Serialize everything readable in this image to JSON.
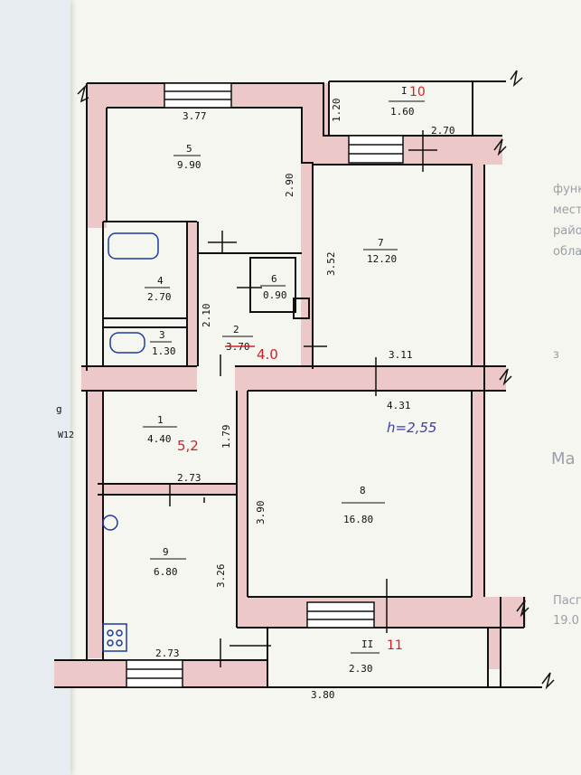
{
  "plan": {
    "rooms": [
      {
        "number": "5",
        "area": "9.90"
      },
      {
        "number": "7",
        "area": "12.20"
      },
      {
        "number": "4",
        "area": "2.70"
      },
      {
        "number": "6",
        "area": "0.90"
      },
      {
        "number": "3",
        "area": "1.30"
      },
      {
        "number": "2",
        "area": "3.70",
        "corrected_area": "4.0"
      },
      {
        "number": "1",
        "area": "4.40",
        "corrected_area": "5,2"
      },
      {
        "number": "8",
        "area": "16.80"
      },
      {
        "number": "9",
        "area": "6.80"
      },
      {
        "number": "10",
        "roman": "I",
        "area": "1.60"
      },
      {
        "number": "11",
        "roman": "II",
        "area": "2.30"
      }
    ],
    "dimensions": {
      "d_377": "3.77",
      "d_120": "1.20",
      "d_270_top": "2.70",
      "d_290": "2.90",
      "d_352": "3.52",
      "d_210": "2.10",
      "d_311": "3.11",
      "d_431": "4.31",
      "d_179": "1.79",
      "d_273_mid": "2.73",
      "d_390": "3.90",
      "d_326": "3.26",
      "d_273_bot": "2.73",
      "d_380": "3.80"
    },
    "height_note": "h=2,55",
    "wall_mark": "W12",
    "edge_mark": "g"
  },
  "background": {
    "right_text": [
      "функц",
      "место",
      "район",
      "облас"
    ],
    "right_mid": "з",
    "right_ma": "Ma",
    "right_bottom": [
      "Пасп",
      "19.0"
    ]
  },
  "colors": {
    "paper": "#f4f6ef",
    "wall_fill": "#ecc8c8",
    "ink": "#111111",
    "red_ink": "#d0202a",
    "blue_ink": "#3a3fb0"
  }
}
